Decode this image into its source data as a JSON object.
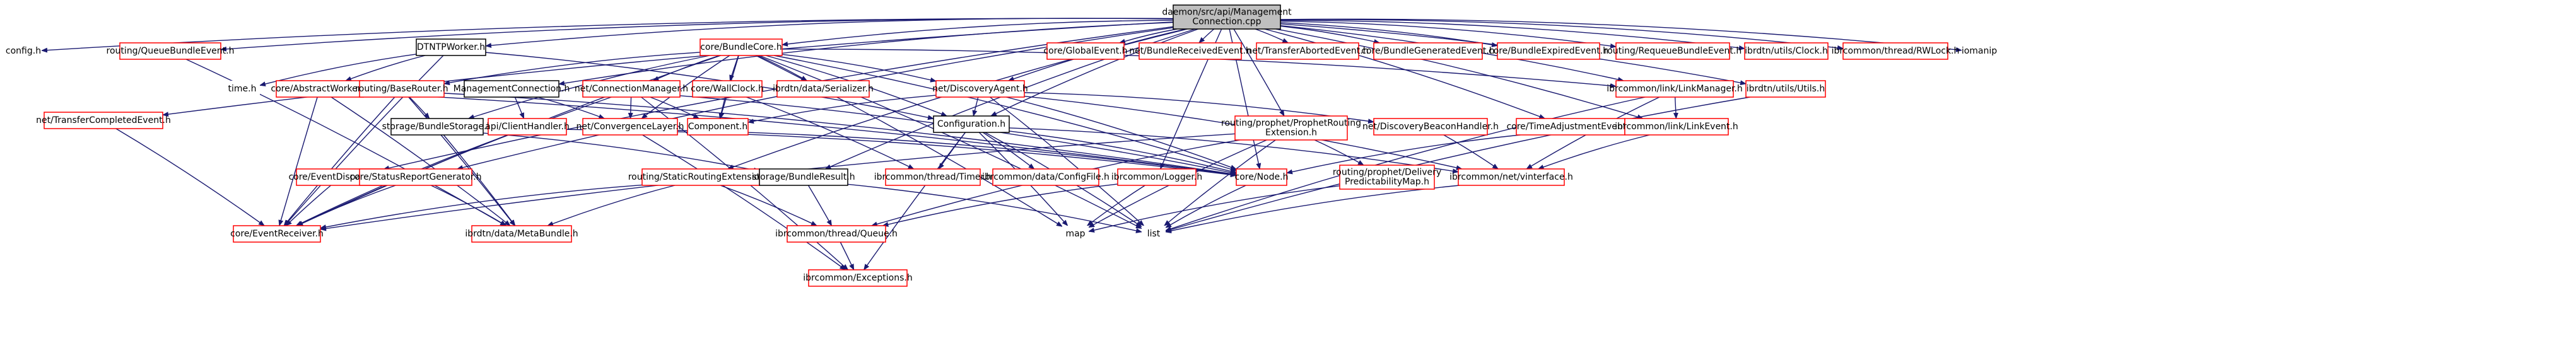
{
  "graph": {
    "nodes": [
      {
        "id": "root",
        "lines": [
          "daemon/src/api/Management",
          "Connection.cpp"
        ],
        "style": "root"
      },
      {
        "id": "config",
        "lines": [
          "config.h"
        ],
        "style": "plain"
      },
      {
        "id": "queueBundleEvent",
        "lines": [
          "routing/QueueBundleEvent.h"
        ],
        "style": "red"
      },
      {
        "id": "dtntpWorker",
        "lines": [
          "DTNTPWorker.h"
        ],
        "style": "black"
      },
      {
        "id": "bundleCore",
        "lines": [
          "core/BundleCore.h"
        ],
        "style": "red"
      },
      {
        "id": "globalEvent",
        "lines": [
          "core/GlobalEvent.h"
        ],
        "style": "red"
      },
      {
        "id": "bundleReceived",
        "lines": [
          "net/BundleReceivedEvent.h"
        ],
        "style": "red"
      },
      {
        "id": "transferAborted",
        "lines": [
          "net/TransferAbortedEvent.h"
        ],
        "style": "red"
      },
      {
        "id": "bundleGenerated",
        "lines": [
          "core/BundleGeneratedEvent.h"
        ],
        "style": "red"
      },
      {
        "id": "bundleExpired",
        "lines": [
          "core/BundleExpiredEvent.h"
        ],
        "style": "red"
      },
      {
        "id": "requeueBundle",
        "lines": [
          "routing/RequeueBundleEvent.h"
        ],
        "style": "red"
      },
      {
        "id": "clock",
        "lines": [
          "ibrdtn/utils/Clock.h"
        ],
        "style": "red"
      },
      {
        "id": "rwlock",
        "lines": [
          "ibrcommon/thread/RWLock.h"
        ],
        "style": "red"
      },
      {
        "id": "iomanip",
        "lines": [
          "iomanip"
        ],
        "style": "plain"
      },
      {
        "id": "transferCompleted",
        "lines": [
          "net/TransferCompletedEvent.h"
        ],
        "style": "red"
      },
      {
        "id": "timeh",
        "lines": [
          "time.h"
        ],
        "style": "plain"
      },
      {
        "id": "abstractWorker",
        "lines": [
          "core/AbstractWorker.h"
        ],
        "style": "red"
      },
      {
        "id": "baseRouter",
        "lines": [
          "routing/BaseRouter.h"
        ],
        "style": "red"
      },
      {
        "id": "mgmtConn",
        "lines": [
          "ManagementConnection.h"
        ],
        "style": "black"
      },
      {
        "id": "connManager",
        "lines": [
          "net/ConnectionManager.h"
        ],
        "style": "red"
      },
      {
        "id": "wallClock",
        "lines": [
          "core/WallClock.h"
        ],
        "style": "red"
      },
      {
        "id": "serializer",
        "lines": [
          "ibrdtn/data/Serializer.h"
        ],
        "style": "red"
      },
      {
        "id": "discoveryAgent",
        "lines": [
          "net/DiscoveryAgent.h"
        ],
        "style": "red"
      },
      {
        "id": "linkManager",
        "lines": [
          "ibrcommon/link/LinkManager.h"
        ],
        "style": "red"
      },
      {
        "id": "utils",
        "lines": [
          "ibrdtn/utils/Utils.h"
        ],
        "style": "red"
      },
      {
        "id": "bundleStorage",
        "lines": [
          "storage/BundleStorage.h"
        ],
        "style": "black"
      },
      {
        "id": "clientHandler",
        "lines": [
          "api/ClientHandler.h"
        ],
        "style": "red"
      },
      {
        "id": "convLayer",
        "lines": [
          "net/ConvergenceLayer.h"
        ],
        "style": "red"
      },
      {
        "id": "component",
        "lines": [
          "Component.h"
        ],
        "style": "red"
      },
      {
        "id": "configuration",
        "lines": [
          "Configuration.h"
        ],
        "style": "black"
      },
      {
        "id": "prophet",
        "lines": [
          "routing/prophet/ProphetRouting",
          "Extension.h"
        ],
        "style": "red"
      },
      {
        "id": "discBeacon",
        "lines": [
          "net/DiscoveryBeaconHandler.h"
        ],
        "style": "red"
      },
      {
        "id": "timeAdjust",
        "lines": [
          "core/TimeAdjustmentEvent.h"
        ],
        "style": "red"
      },
      {
        "id": "linkEvent",
        "lines": [
          "ibrcommon/link/LinkEvent.h"
        ],
        "style": "red"
      },
      {
        "id": "eventDispatcher",
        "lines": [
          "core/EventDispatcher.h"
        ],
        "style": "red"
      },
      {
        "id": "statusReport",
        "lines": [
          "core/StatusReportGenerator.h"
        ],
        "style": "red"
      },
      {
        "id": "staticRouting",
        "lines": [
          "routing/StaticRoutingExtension.h"
        ],
        "style": "red"
      },
      {
        "id": "bundleResult",
        "lines": [
          "storage/BundleResult.h"
        ],
        "style": "black"
      },
      {
        "id": "timer",
        "lines": [
          "ibrcommon/thread/Timer.h"
        ],
        "style": "red"
      },
      {
        "id": "configFile",
        "lines": [
          "ibrcommon/data/ConfigFile.h"
        ],
        "style": "red"
      },
      {
        "id": "logger",
        "lines": [
          "ibrcommon/Logger.h"
        ],
        "style": "red"
      },
      {
        "id": "nodeh",
        "lines": [
          "core/Node.h"
        ],
        "style": "red"
      },
      {
        "id": "deliveryMap",
        "lines": [
          "routing/prophet/Delivery",
          "PredictabilityMap.h"
        ],
        "style": "red"
      },
      {
        "id": "vinterface",
        "lines": [
          "ibrcommon/net/vinterface.h"
        ],
        "style": "red"
      },
      {
        "id": "eventReceiver",
        "lines": [
          "core/EventReceiver.h"
        ],
        "style": "red"
      },
      {
        "id": "metaBundle",
        "lines": [
          "ibrdtn/data/MetaBundle.h"
        ],
        "style": "red"
      },
      {
        "id": "queue",
        "lines": [
          "ibrcommon/thread/Queue.h"
        ],
        "style": "red"
      },
      {
        "id": "map",
        "lines": [
          "map"
        ],
        "style": "plain"
      },
      {
        "id": "list",
        "lines": [
          "list"
        ],
        "style": "plain"
      },
      {
        "id": "exceptions",
        "lines": [
          "ibrcommon/Exceptions.h"
        ],
        "style": "red"
      }
    ],
    "edges": [
      [
        "root",
        "config"
      ],
      [
        "root",
        "queueBundleEvent"
      ],
      [
        "root",
        "dtntpWorker"
      ],
      [
        "root",
        "bundleCore"
      ],
      [
        "root",
        "globalEvent"
      ],
      [
        "root",
        "bundleReceived"
      ],
      [
        "root",
        "transferAborted"
      ],
      [
        "root",
        "bundleGenerated"
      ],
      [
        "root",
        "bundleExpired"
      ],
      [
        "root",
        "requeueBundle"
      ],
      [
        "root",
        "clock"
      ],
      [
        "root",
        "rwlock"
      ],
      [
        "root",
        "iomanip"
      ],
      [
        "root",
        "transferCompleted"
      ],
      [
        "root",
        "mgmtConn"
      ],
      [
        "root",
        "configuration"
      ],
      [
        "root",
        "nodeh"
      ],
      [
        "root",
        "logger"
      ],
      [
        "root",
        "prophet"
      ],
      [
        "root",
        "timeAdjust"
      ],
      [
        "root",
        "linkManager"
      ],
      [
        "root",
        "utils"
      ],
      [
        "root",
        "bundleResult"
      ],
      [
        "root",
        "linkEvent"
      ],
      [
        "root",
        "eventDispatcher"
      ],
      [
        "root",
        "statusReport"
      ],
      [
        "root",
        "staticRouting"
      ],
      [
        "root",
        "discoveryAgent"
      ],
      [
        "queueBundleEvent",
        "metaBundle"
      ],
      [
        "dtntpWorker",
        "timeh"
      ],
      [
        "dtntpWorker",
        "eventReceiver"
      ],
      [
        "dtntpWorker",
        "abstractWorker"
      ],
      [
        "dtntpWorker",
        "configuration"
      ],
      [
        "bundleCore",
        "component"
      ],
      [
        "bundleCore",
        "baseRouter"
      ],
      [
        "bundleCore",
        "connManager"
      ],
      [
        "bundleCore",
        "wallClock"
      ],
      [
        "bundleCore",
        "serializer"
      ],
      [
        "bundleCore",
        "discoveryAgent"
      ],
      [
        "bundleCore",
        "bundleStorage"
      ],
      [
        "bundleCore",
        "convLayer"
      ],
      [
        "bundleCore",
        "configuration"
      ],
      [
        "bundleCore",
        "eventReceiver"
      ],
      [
        "bundleCore",
        "linkManager"
      ],
      [
        "bundleCore",
        "map"
      ],
      [
        "bundleCore",
        "nodeh"
      ],
      [
        "bundleCore",
        "list"
      ],
      [
        "transferCompleted",
        "eventReceiver"
      ],
      [
        "abstractWorker",
        "eventReceiver"
      ],
      [
        "abstractWorker",
        "nodeh"
      ],
      [
        "abstractWorker",
        "metaBundle"
      ],
      [
        "baseRouter",
        "bundleStorage"
      ],
      [
        "baseRouter",
        "nodeh"
      ],
      [
        "baseRouter",
        "eventReceiver"
      ],
      [
        "baseRouter",
        "metaBundle"
      ],
      [
        "mgmtConn",
        "clientHandler"
      ],
      [
        "mgmtConn",
        "convLayer"
      ],
      [
        "connManager",
        "convLayer"
      ],
      [
        "connManager",
        "component"
      ],
      [
        "connManager",
        "nodeh"
      ],
      [
        "connManager",
        "exceptions"
      ],
      [
        "connManager",
        "eventReceiver"
      ],
      [
        "wallClock",
        "component"
      ],
      [
        "wallClock",
        "timer"
      ],
      [
        "discoveryAgent",
        "component"
      ],
      [
        "discoveryAgent",
        "discBeacon"
      ],
      [
        "discoveryAgent",
        "configuration"
      ],
      [
        "discoveryAgent",
        "nodeh"
      ],
      [
        "discoveryAgent",
        "vinterface"
      ],
      [
        "discoveryAgent",
        "list"
      ],
      [
        "linkManager",
        "linkEvent"
      ],
      [
        "linkManager",
        "vinterface"
      ],
      [
        "linkManager",
        "list"
      ],
      [
        "utils",
        "list"
      ],
      [
        "bundleStorage",
        "bundleResult"
      ],
      [
        "bundleStorage",
        "metaBundle"
      ],
      [
        "clientHandler",
        "eventReceiver"
      ],
      [
        "clientHandler",
        "nodeh"
      ],
      [
        "convLayer",
        "nodeh"
      ],
      [
        "convLayer",
        "exceptions"
      ],
      [
        "configuration",
        "timer"
      ],
      [
        "configuration",
        "configFile"
      ],
      [
        "configuration",
        "nodeh"
      ],
      [
        "configuration",
        "map"
      ],
      [
        "configuration",
        "list"
      ],
      [
        "configuration",
        "exceptions"
      ],
      [
        "configuration",
        "vinterface"
      ],
      [
        "prophet",
        "deliveryMap"
      ],
      [
        "prophet",
        "queue"
      ],
      [
        "prophet",
        "map"
      ],
      [
        "prophet",
        "list"
      ],
      [
        "prophet",
        "eventReceiver"
      ],
      [
        "discBeacon",
        "vinterface"
      ],
      [
        "timeAdjust",
        "nodeh"
      ],
      [
        "linkEvent",
        "vinterface"
      ],
      [
        "eventDispatcher",
        "eventReceiver"
      ],
      [
        "statusReport",
        "eventReceiver"
      ],
      [
        "statusReport",
        "metaBundle"
      ],
      [
        "staticRouting",
        "queue"
      ],
      [
        "staticRouting",
        "metaBundle"
      ],
      [
        "staticRouting",
        "eventReceiver"
      ],
      [
        "bundleResult",
        "queue"
      ],
      [
        "bundleResult",
        "list"
      ],
      [
        "logger",
        "queue"
      ],
      [
        "logger",
        "map"
      ],
      [
        "nodeh",
        "list"
      ],
      [
        "deliveryMap",
        "map"
      ],
      [
        "vinterface",
        "list"
      ],
      [
        "queue",
        "exceptions"
      ]
    ]
  },
  "colors": {
    "root_fill": "#bfbfbf",
    "red_border": "#ff0000",
    "black_border": "#000000",
    "edge": "#191970",
    "text": "#000000"
  }
}
